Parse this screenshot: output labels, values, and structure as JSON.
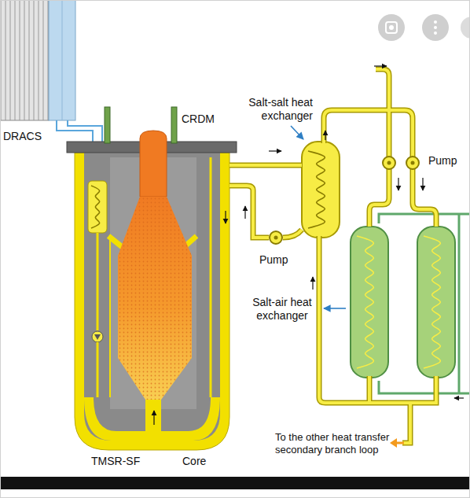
{
  "diagram": {
    "labels": [
      "DRACS",
      "CRDM",
      "Salt-salt heat exchanger",
      "Pump",
      "Pump",
      "Salt-air heat exchanger",
      "To the other heat transfer secondary branch loop",
      "TMSR-SF",
      "Core"
    ]
  }
}
